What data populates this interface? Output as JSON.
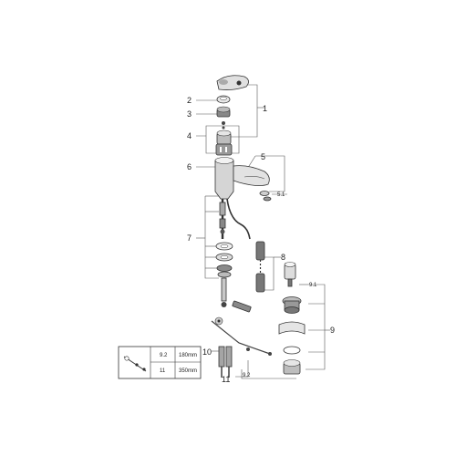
{
  "callouts": {
    "c1": "1",
    "c2": "2",
    "c3": "3",
    "c4": "4",
    "c5": "5",
    "c5_1": "5.1",
    "c6": "6",
    "c7": "7",
    "c8": "8",
    "c9": "9",
    "c9_1": "9.1",
    "c9_2": "9.2",
    "c10": "10",
    "c11": "11"
  },
  "table": {
    "rows": [
      {
        "num": "9.2",
        "len": "180mm"
      },
      {
        "num": "11",
        "len": "350mm"
      }
    ]
  },
  "colors": {
    "line": "#555555",
    "part_fill": "#d9d9d9",
    "dark": "#333333"
  }
}
